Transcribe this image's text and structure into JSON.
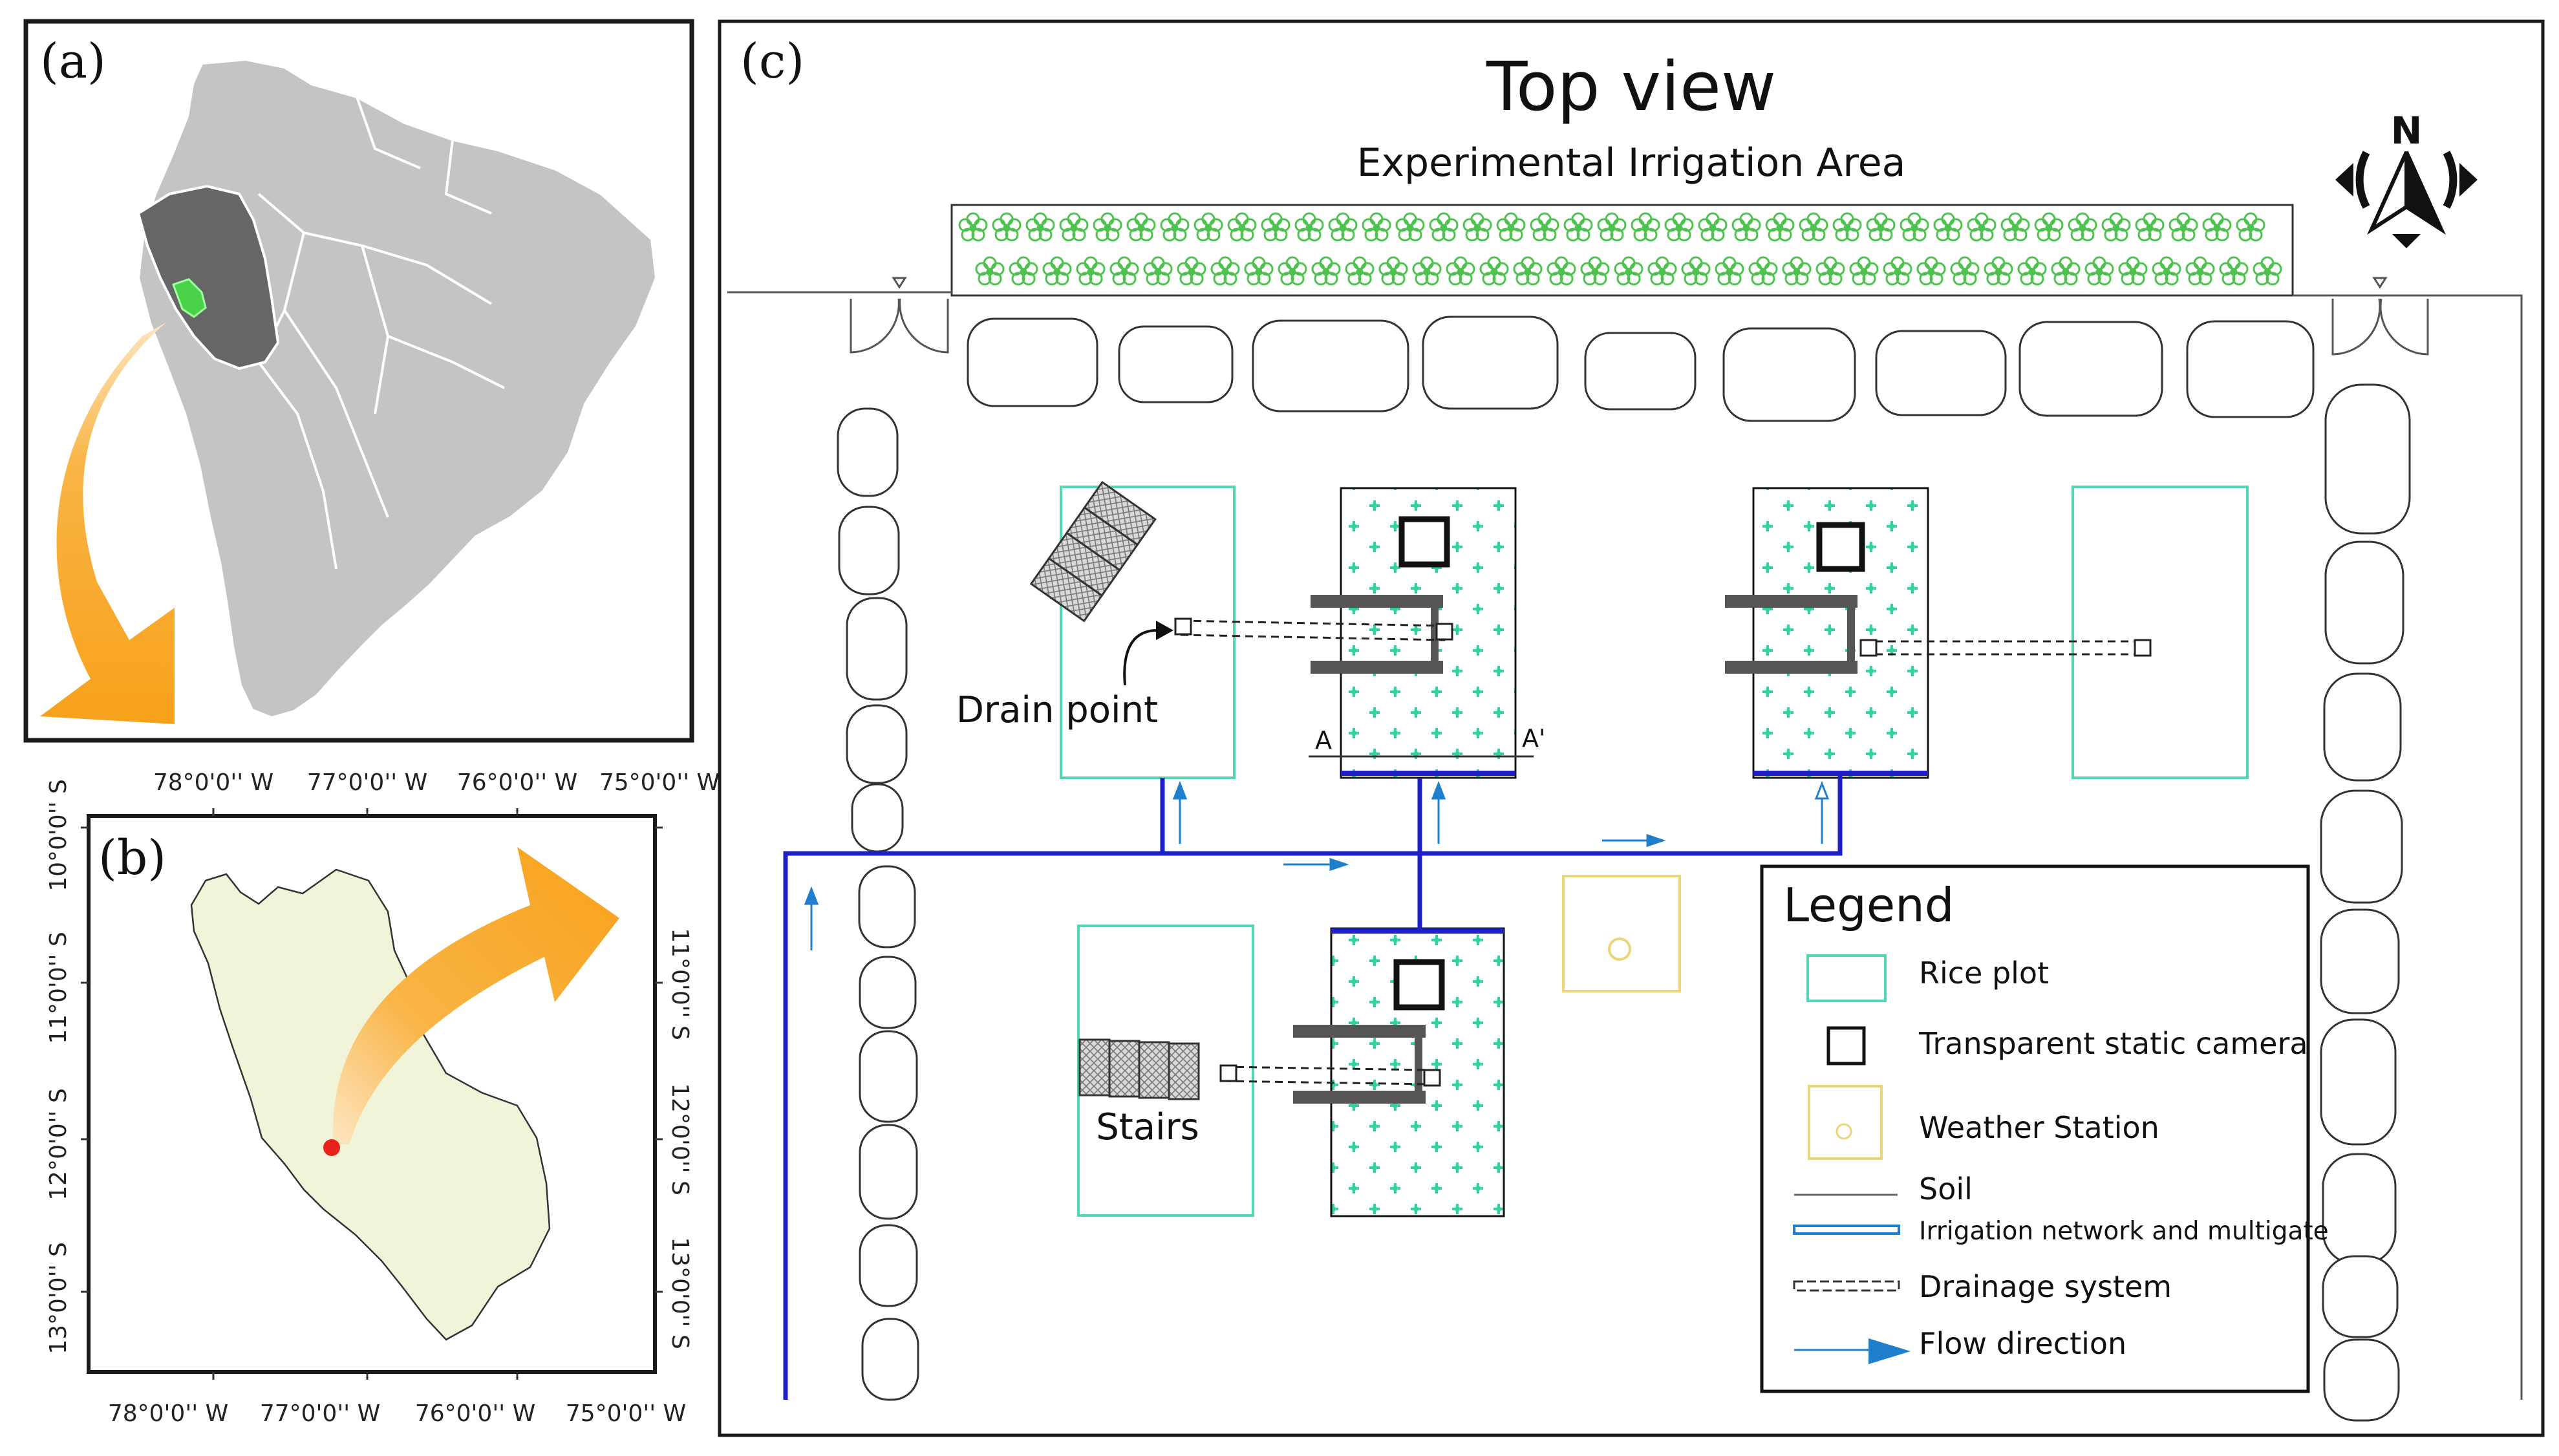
{
  "panels": {
    "a": {
      "label": "(a)"
    },
    "b": {
      "label": "(b)",
      "lon_ticks": [
        "78°0'0'' W",
        "77°0'0'' W",
        "76°0'0'' W",
        "75°0'0'' W"
      ],
      "lat_ticks": [
        "10°0'0'' S",
        "11°0'0'' S",
        "12°0'0'' S",
        "13°0'0'' S"
      ]
    },
    "c": {
      "label": "(c)",
      "title": "Top view",
      "subtitle": "Experimental Irrigation Area",
      "north": "N",
      "drain_label": "Drain point",
      "stairs_label": "Stairs",
      "section_a": "A",
      "section_a_prime": "A'"
    }
  },
  "legend": {
    "title": "Legend",
    "items": [
      {
        "icon": "rice-plot-symbol",
        "label": "Rice plot"
      },
      {
        "icon": "camera-symbol",
        "label": "Transparent static camera"
      },
      {
        "icon": "weather-station-symbol",
        "label": "Weather Station"
      },
      {
        "icon": "soil-line",
        "label": "Soil"
      },
      {
        "icon": "irrigation-line",
        "label": "Irrigation network and multigate"
      },
      {
        "icon": "drainage-line",
        "label": "Drainage system"
      },
      {
        "icon": "flow-arrow",
        "label": "Flow direction"
      }
    ]
  },
  "colors": {
    "frame": "#1a1a1a",
    "continent": "#c4c4c4",
    "peru": "#666666",
    "lima_highlight": "#4ad14a",
    "lima_fill": "#f1f4d8",
    "arrow_orange": "#f7a11a",
    "red_dot": "#e8211b",
    "rice_plot": "#53d6b3",
    "irrigation": "#1f1fc8",
    "flow_arrow": "#1f7fcc",
    "weather_station": "#ead676",
    "hedge": "#4ec24e",
    "crop_dot": "#2fd49a"
  }
}
